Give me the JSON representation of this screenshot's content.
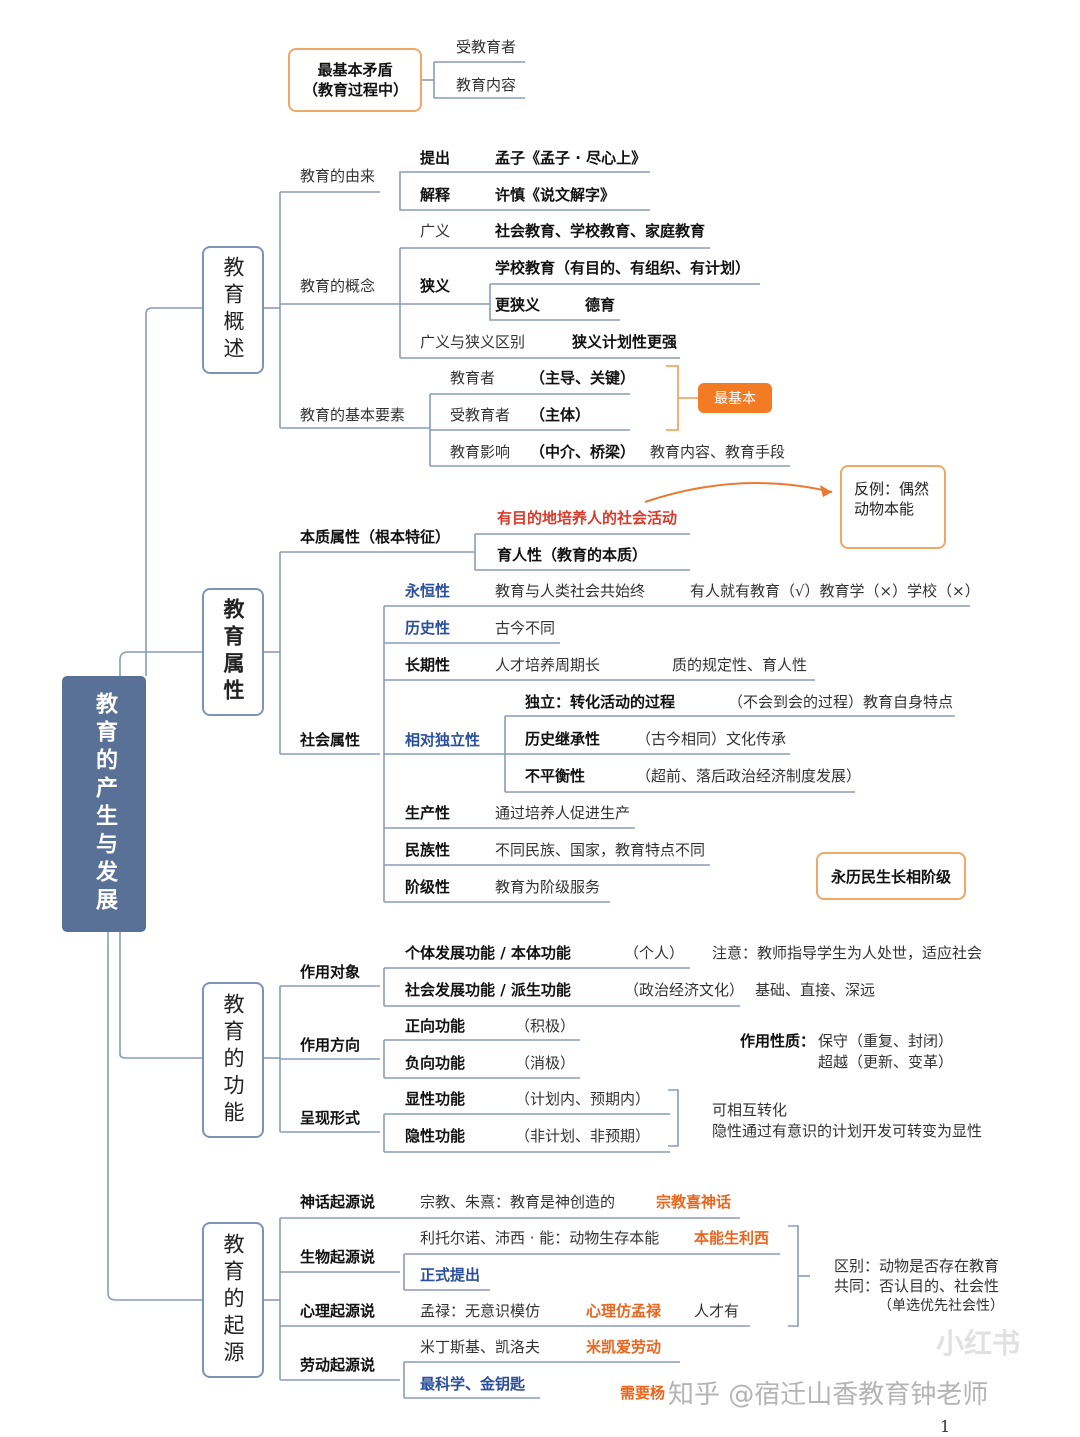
{
  "root": "教育的产生与发展",
  "top_note": {
    "box": "最基本矛盾（教育过程中）",
    "items": [
      "受教育者",
      "教育内容"
    ]
  },
  "sections": {
    "s1": "教育概述",
    "s2": "教育属性",
    "s3": "教育的功能",
    "s4": "教育的起源"
  },
  "overview": {
    "origin": {
      "label": "教育的由来",
      "r1k": "提出",
      "r1v": "孟子《孟子 · 尽心上》",
      "r2k": "解释",
      "r2v": "许慎《说文解字》"
    },
    "concept": {
      "label": "教育的概念",
      "broad_k": "广义",
      "broad_v": "社会教育、学校教育、家庭教育",
      "narrow_k": "狭义",
      "narrow_v1": "学校教育（有目的、有组织、有计划）",
      "narrow_v2k": "更狭义",
      "narrow_v2v": "德育",
      "diff_k": "广义与狭义区别",
      "diff_v": "狭义计划性更强"
    },
    "elements": {
      "label": "教育的基本要素",
      "e1k": "教育者",
      "e1v": "（主导、关键）",
      "e2k": "受教育者",
      "e2v": "（主体）",
      "e3k": "教育影响",
      "e3v": "（中介、桥梁）",
      "e3note": "教育内容、教育手段",
      "tag": "最基本"
    }
  },
  "attributes": {
    "essence": {
      "label": "本质属性（根本特征）",
      "v1": "有目的地培养人的社会活动",
      "v2": "育人性（教育的本质）",
      "counter": "反例：偶然动物本能"
    },
    "social": {
      "label": "社会属性",
      "r1k": "永恒性",
      "r1v": "教育与人类社会共始终",
      "r1n": "有人就有教育（√）教育学（×）学校（×）",
      "r2k": "历史性",
      "r2v": "古今不同",
      "r3k": "长期性",
      "r3v": "人才培养周期长",
      "r3n": "质的规定性、育人性",
      "r4k": "相对独立性",
      "r4a_k": "独立：转化活动的过程",
      "r4a_v": "（不会到会的过程）教育自身特点",
      "r4b_k": "历史继承性",
      "r4b_v": "（古今相同）文化传承",
      "r4c_k": "不平衡性",
      "r4c_v": "（超前、落后政治经济制度发展）",
      "r5k": "生产性",
      "r5v": "通过培养人促进生产",
      "r6k": "民族性",
      "r6v": "不同民族、国家，教育特点不同",
      "r7k": "阶级性",
      "r7v": "教育为阶级服务",
      "mnemonic": "永历民生长相阶级"
    }
  },
  "functions": {
    "object": {
      "label": "作用对象",
      "a_k": "个体发展功能 / 本体功能",
      "a_v": "（个人）",
      "a_n": "注意：教师指导学生为人处世，适应社会",
      "b_k": "社会发展功能 / 派生功能",
      "b_v": "（政治经济文化）",
      "b_n": "基础、直接、深远"
    },
    "direction": {
      "label": "作用方向",
      "a_k": "正向功能",
      "a_v": "（积极）",
      "b_k": "负向功能",
      "b_v": "（消极）",
      "nature_k": "作用性质：",
      "nature_1": "保守（重复、封闭）",
      "nature_2": "超越（更新、变革）"
    },
    "form": {
      "label": "呈现形式",
      "a_k": "显性功能",
      "a_v": "（计划内、预期内）",
      "b_k": "隐性功能",
      "b_v": "（非计划、非预期）",
      "note1": "可相互转化",
      "note2": "隐性通过有意识的计划开发可转变为显性"
    }
  },
  "origins": {
    "myth": {
      "label": "神话起源说",
      "v": "宗教、朱熹：教育是神创造的",
      "m": "宗教喜神话"
    },
    "bio": {
      "label": "生物起源说",
      "v": "利托尔诺、沛西 · 能：动物生存本能",
      "m": "本能生利西",
      "formal": "正式提出"
    },
    "psy": {
      "label": "心理起源说",
      "v": "孟禄：无意识模仿",
      "m": "心理仿孟禄",
      "n": "人才有"
    },
    "labor": {
      "label": "劳动起源说",
      "v": "米丁斯基、凯洛夫",
      "m": "米凯爱劳动",
      "n": "最科学、金钥匙",
      "extra": "需要杨"
    },
    "compare": {
      "diff": "区别：动物是否存在教育",
      "same": "共同：否认目的、社会性",
      "note": "（单选优先社会性）"
    }
  },
  "watermark": {
    "site": "知乎 @宿迁山香教育钟老师",
    "brand": "小红书"
  },
  "page_number": "1",
  "colors": {
    "root": "#5a7197",
    "line": "#8a9bbb",
    "accent_orange": "#f27b24",
    "accent_red": "#d93a2b",
    "blue_text": "#2a4f9c"
  }
}
